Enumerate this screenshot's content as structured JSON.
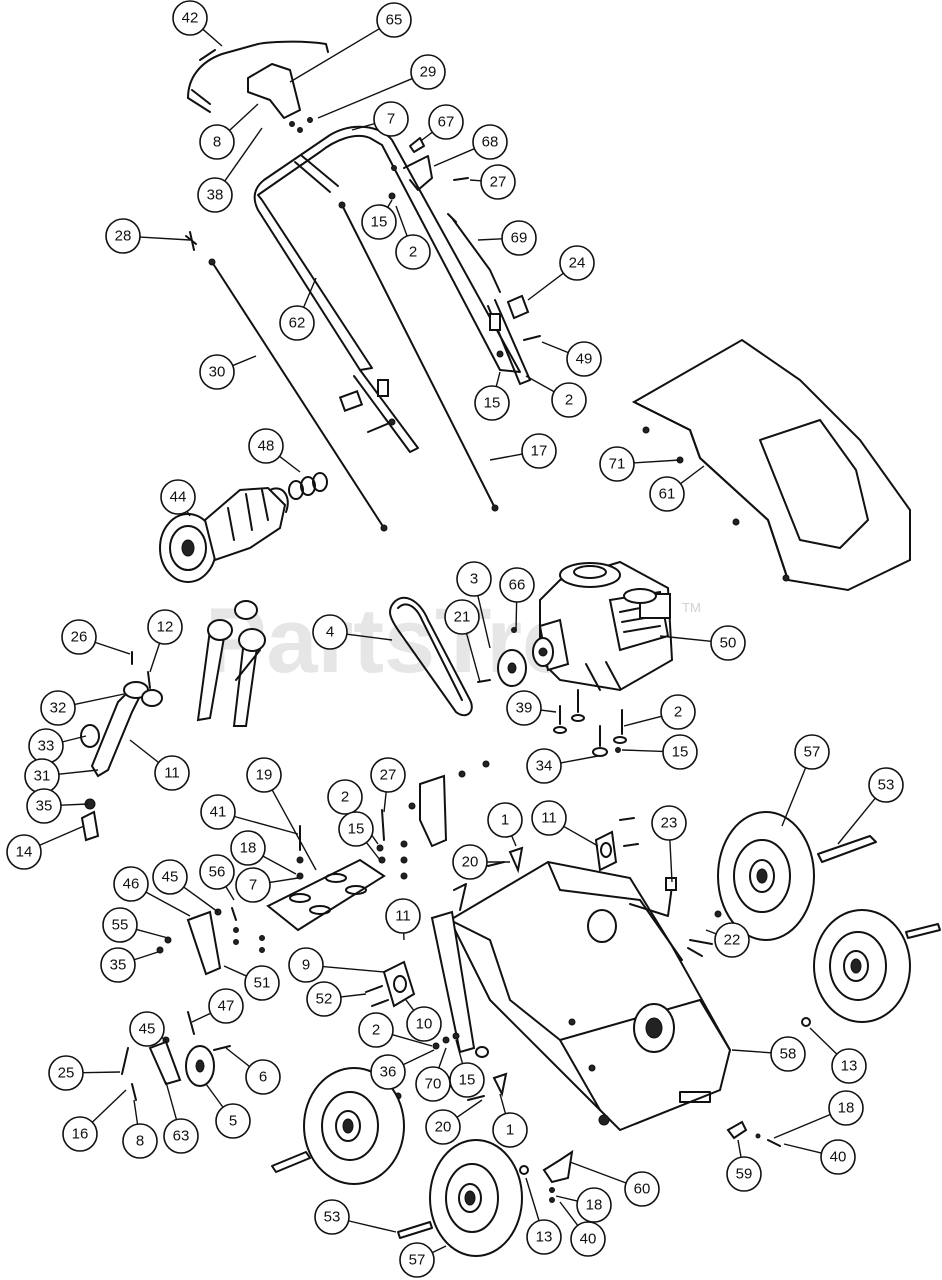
{
  "watermark": {
    "text": "PartsTree",
    "trademark": "TM"
  },
  "callouts": [
    {
      "label": "42"
    },
    {
      "label": "65"
    },
    {
      "label": "29"
    },
    {
      "label": "7"
    },
    {
      "label": "8"
    },
    {
      "label": "38"
    },
    {
      "label": "67"
    },
    {
      "label": "68"
    },
    {
      "label": "27"
    },
    {
      "label": "15"
    },
    {
      "label": "2"
    },
    {
      "label": "28"
    },
    {
      "label": "69"
    },
    {
      "label": "24"
    },
    {
      "label": "62"
    },
    {
      "label": "49"
    },
    {
      "label": "30"
    },
    {
      "label": "15"
    },
    {
      "label": "2"
    },
    {
      "label": "17"
    },
    {
      "label": "48"
    },
    {
      "label": "71"
    },
    {
      "label": "61"
    },
    {
      "label": "44"
    },
    {
      "label": "3"
    },
    {
      "label": "66"
    },
    {
      "label": "4"
    },
    {
      "label": "21"
    },
    {
      "label": "50"
    },
    {
      "label": "26"
    },
    {
      "label": "12"
    },
    {
      "label": "32"
    },
    {
      "label": "39"
    },
    {
      "label": "2"
    },
    {
      "label": "33"
    },
    {
      "label": "15"
    },
    {
      "label": "34"
    },
    {
      "label": "31"
    },
    {
      "label": "11"
    },
    {
      "label": "57"
    },
    {
      "label": "53"
    },
    {
      "label": "35"
    },
    {
      "label": "19"
    },
    {
      "label": "27"
    },
    {
      "label": "14"
    },
    {
      "label": "41"
    },
    {
      "label": "2"
    },
    {
      "label": "1"
    },
    {
      "label": "11"
    },
    {
      "label": "23"
    },
    {
      "label": "15"
    },
    {
      "label": "18"
    },
    {
      "label": "20"
    },
    {
      "label": "45"
    },
    {
      "label": "56"
    },
    {
      "label": "7"
    },
    {
      "label": "46"
    },
    {
      "label": "55"
    },
    {
      "label": "11"
    },
    {
      "label": "22"
    },
    {
      "label": "35"
    },
    {
      "label": "9"
    },
    {
      "label": "51"
    },
    {
      "label": "52"
    },
    {
      "label": "10"
    },
    {
      "label": "47"
    },
    {
      "label": "45"
    },
    {
      "label": "2"
    },
    {
      "label": "13"
    },
    {
      "label": "58"
    },
    {
      "label": "25"
    },
    {
      "label": "36"
    },
    {
      "label": "70"
    },
    {
      "label": "15"
    },
    {
      "label": "6"
    },
    {
      "label": "5"
    },
    {
      "label": "20"
    },
    {
      "label": "1"
    },
    {
      "label": "18"
    },
    {
      "label": "16"
    },
    {
      "label": "8"
    },
    {
      "label": "63"
    },
    {
      "label": "59"
    },
    {
      "label": "40"
    },
    {
      "label": "60"
    },
    {
      "label": "53"
    },
    {
      "label": "18"
    },
    {
      "label": "13"
    },
    {
      "label": "40"
    },
    {
      "label": "57"
    }
  ]
}
